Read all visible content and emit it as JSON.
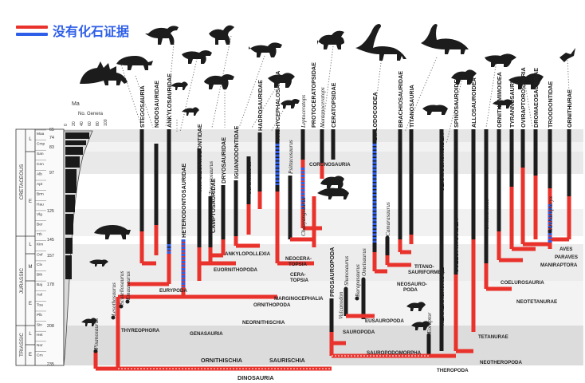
{
  "legend": {
    "text": "没有化石证据",
    "red_color": "#e8322b",
    "blue_color": "#2f5fe8"
  },
  "axis": {
    "ma_label": "Ma",
    "genera_label": "No. Genera",
    "genera_ticks": [
      "0",
      "20",
      "40",
      "60",
      "80",
      "100"
    ],
    "ma_values": [
      "65",
      "74",
      "83",
      "97",
      "125",
      "145",
      "157",
      "178",
      "208",
      "235"
    ],
    "stages": [
      "Maa",
      "Cmp",
      "San",
      "Cen",
      "Alb",
      "Apt",
      "Brm",
      "Hau",
      "Vlg",
      "Ber",
      "Tth",
      "Kim",
      "Oxf",
      "Clv",
      "Bth",
      "Baj",
      "Aal",
      "Toa",
      "Plb",
      "Sin",
      "Het",
      "Nor",
      "Crn"
    ],
    "epochs": [
      "L",
      "E",
      "L",
      "M",
      "E",
      "L",
      "E"
    ],
    "periods": [
      "CRETACEOUS",
      "JURASSIC",
      "TRIASSIC"
    ]
  },
  "taxa": {
    "stegosauria": "STEGOSAURIA",
    "nodosauridae": "NODOSAURIDAE",
    "ankylosauridae": "ANKYLOSAURIDAE",
    "heterodontosauridae": "HETERODONTOSAURIDAE",
    "hypsilophodontidae": "HYPSILOPHODONTIDAE",
    "tenontosaurus": "Tenontosaurus",
    "dryosauridae": "DRYOSAURIDAE",
    "camptosauridae": "CAMPTOSAURIDAE",
    "iguanodontidae": "IGUANODONTIDAE",
    "ouranosaurus": "Ouranosaurus",
    "hadrosauridae": "HADROSAURIDAE",
    "pachycephalosauria": "PACHYCEPHALOSAURIA",
    "psittacosaurus": "Psittacosaurus",
    "leptoceratops": "Leptoceratops",
    "protoceratopsidae": "PROTOCERATOPSIDAE",
    "montanoceratops": "Montanoceratops",
    "ceratopsidae": "CERATOPSIDAE",
    "chaoyangsaurus": "Chaoyangsaurus",
    "coronosauria": "CORONOSAURIA",
    "neoceratopsia": "NEOCERA-\nTOPSIA",
    "ceratopsia": "CERA-\nTOPSIA",
    "marginocephalia": "MARGINOCEPHALIA",
    "ankylopollexia": "ANKYLOPOLLEXIA",
    "euornithopoda": "EUORNITHOPODA",
    "ornithopoda": "ORNITHOPODA",
    "neornithischia": "NEORNITHISCHIA",
    "genasauria": "GENASAURIA",
    "eurypoda": "EURYPODA",
    "thyreophora": "THYREOPHORA",
    "pisanosaurus": "Pisanosaurus",
    "lesothosaurus": "Lesothosaurus",
    "scutellosaurus": "Scutellosaurus",
    "emausaurus": "Emausaurus",
    "ornithischia": "ORNITHISCHIA",
    "saurischia": "SAURISCHIA",
    "dinosauria": "DINOSAURIA",
    "prosauropoda": "PROSAUROPODA",
    "vulcanodon": "Vulcanodon",
    "shunosaurus": "Shunosaurus",
    "barapasaurus": "Barapasaurus",
    "omeisaurus": "Omeisaurus",
    "diplodocoidea": "DIPLODOCOIDEA",
    "camarasaurus": "Camarasaurus",
    "brachiosauridae": "BRACHIOSAURIDAE",
    "titanosauria": "TITANOSAURIA",
    "titanosauriformes": "TITANO-\nSAURIFORMES",
    "neosauropoda": "NEOSAURO-\nPODA",
    "eusauropoda": "EUSAUROPODA",
    "sauropoda": "SAUROPODA",
    "sauropodomorpha": "SAUROPODOMORPHA",
    "eoraptor": "Eoraptor",
    "herrerasauridae": "HERRERASAURIDAE",
    "ceratosauroidea": "CERATOSAUROIDEA",
    "coelophysoidea": "COELOPHYSOIDEA",
    "spinosauroidea": "SPINOSAUROIDEA",
    "allosauroidea": "ALLOSAUROIDEA",
    "ornithomimoidea": "ORNITHOMIMOIDEA",
    "tyrannosauridae": "TYRANNOSAURIA",
    "oviraptorosauria": "OVIRAPTOROSAURIA",
    "dromaeosauridae": "DROMAEOSAURIDAE",
    "troodontidae": "TROODONTIDAE",
    "ornithurae": "ORNITHURAE",
    "ornitholestes": "Ornitholestes",
    "archaeopteryx": "Archaeopteryx",
    "aves": "AVES",
    "paraves": "PARAVES",
    "maniraptora": "MANIRAPTORA",
    "coelurosauria": "COELUROSAURIA",
    "neotetanurae": "NEOTETANURAE",
    "tetanurae": "TETANURAE",
    "neotheropoda": "NEOTHEROPODA",
    "theropoda": "THEROPODA"
  }
}
